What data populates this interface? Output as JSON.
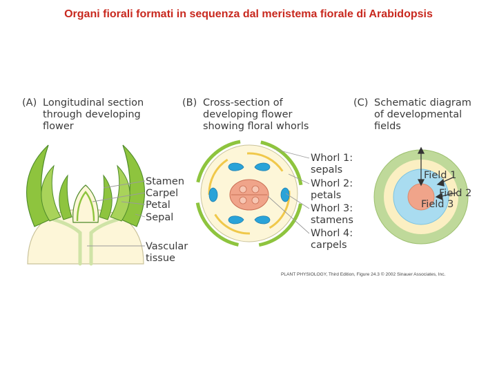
{
  "slide": {
    "title": "Organi fiorali formati in sequenza dal meristema fiorale di Arabidopsis"
  },
  "panel_a": {
    "letter": "(A)",
    "title_lines": [
      "Longitudinal section",
      "through developing",
      "flower"
    ],
    "labels": {
      "stamen": "Stamen",
      "carpel": "Carpel",
      "petal": "Petal",
      "sepal": "Sepal",
      "vascular_line1": "Vascular",
      "vascular_line2": "tissue"
    }
  },
  "panel_b": {
    "letter": "(B)",
    "title_lines": [
      "Cross-section of",
      "developing flower",
      "showing floral whorls"
    ],
    "whorls": [
      {
        "line1": "Whorl 1:",
        "line2": "sepals"
      },
      {
        "line1": "Whorl 2:",
        "line2": "petals"
      },
      {
        "line1": "Whorl 3:",
        "line2": "stamens"
      },
      {
        "line1": "Whorl 4:",
        "line2": "carpels"
      }
    ]
  },
  "panel_c": {
    "letter": "(C)",
    "title_lines": [
      "Schematic diagram",
      "of developmental",
      "fields"
    ],
    "fields": [
      "Field 1",
      "Field 2",
      "Field 3"
    ]
  },
  "credit": "PLANT PHYSIOLOGY, Third Edition, Figure 24.3  © 2002 Sinauer Associates, Inc.",
  "colors": {
    "title_red": "#c8281e",
    "leaf_green": "#8ec43e",
    "dark_green": "#4e8a2a",
    "cream": "#fdf6d8",
    "yellow": "#f5de8a",
    "blue": "#2aa3d8",
    "light_blue": "#a9dcf0",
    "salmon": "#f0a48a",
    "field1_green": "#bfd99a"
  }
}
